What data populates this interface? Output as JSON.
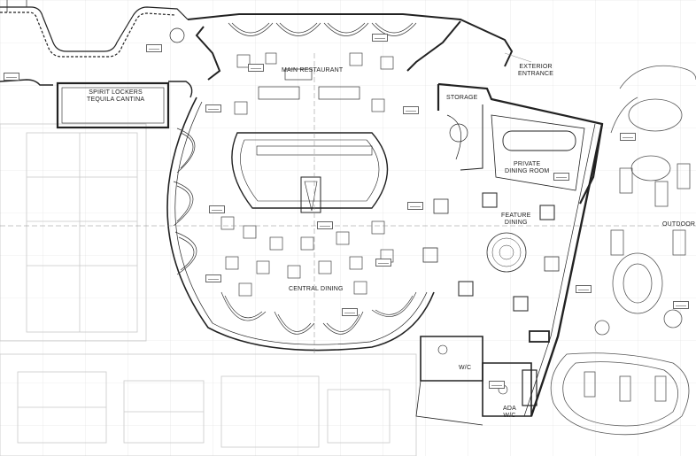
{
  "plan": {
    "rooms": {
      "main_restaurant": "MAIN RESTAURANT",
      "exterior_entrance": [
        "EXTERIOR",
        "ENTRANCE"
      ],
      "storage": "STORAGE",
      "private_dining": [
        "PRIVATE",
        "DINING ROOM"
      ],
      "spirit_lockers": [
        "SPIRIT LOCKERS",
        "TEQUILA CANTINA"
      ],
      "feature_dining": [
        "FEATURE",
        "DINING"
      ],
      "central_dining": "CENTRAL DINING",
      "outdoor": "OUTDOOR P",
      "wc": "W/C",
      "ada_wc": [
        "ADA",
        "W/C"
      ]
    },
    "colors": {
      "line": "#333333",
      "wall": "#222222",
      "grid": "#dddddd",
      "faint": "#cccccc",
      "background": "#ffffff"
    }
  }
}
